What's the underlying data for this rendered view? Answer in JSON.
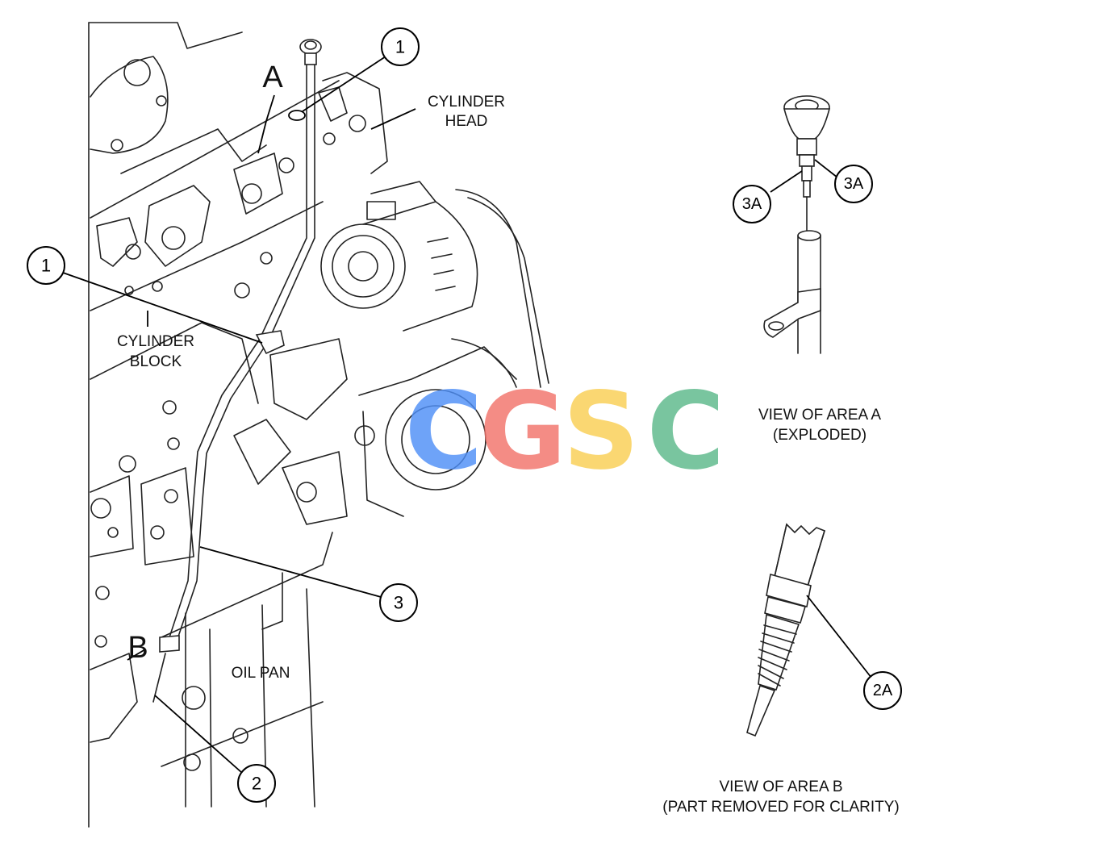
{
  "labels": {
    "cylinder_head_1": "CYLINDER",
    "cylinder_head_2": "HEAD",
    "cylinder_block_1": "CYLINDER",
    "cylinder_block_2": "BLOCK",
    "oil_pan": "OIL PAN",
    "area_a": "A",
    "area_b": "B"
  },
  "callouts": {
    "c1_top": "1",
    "c1_left": "1",
    "c3": "3",
    "c2": "2",
    "c3a_left": "3A",
    "c3a_right": "3A",
    "c2a": "2A"
  },
  "views": {
    "area_a_line1": "VIEW OF AREA A",
    "area_a_line2": "(EXPLODED)",
    "area_b_line1": "VIEW OF AREA B",
    "area_b_line2": "(PART REMOVED FOR CLARITY)"
  },
  "watermark": {
    "letters": [
      "C",
      "G",
      "S",
      "C"
    ],
    "colors": [
      "#4f8ff7",
      "#f2746b",
      "#f9cf54",
      "#5cb98a"
    ]
  }
}
